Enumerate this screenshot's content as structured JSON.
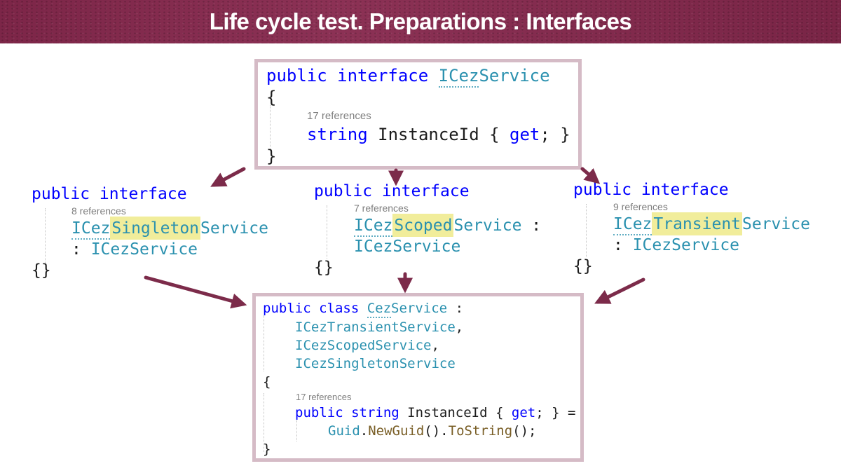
{
  "title": "Life cycle test. Preparations : Interfaces",
  "colors": {
    "header_bg": "#87294e",
    "arrow": "#7c2b4a",
    "box_border": "#d5bbc6",
    "keyword": "#0000ff",
    "type": "#2b91af",
    "method": "#795e26",
    "references_gray": "#7e7e7e",
    "highlight": "#f1ed9b"
  },
  "top_box": {
    "kw": "public interface ",
    "type_pre": "ICez",
    "type_rest": "Service",
    "open": "{",
    "refs": "17 references",
    "m_kw1": "string",
    "m_mid": " InstanceId { ",
    "m_kw2": "get",
    "m_end": "; }",
    "close": "}"
  },
  "left": {
    "kw": "public interface",
    "refs": "8 references",
    "t_pre": "ICez",
    "t_hl": "Singleton",
    "t_rest": "Service",
    "base_pre": ": ",
    "base_type": "ICezService",
    "braces": "{}"
  },
  "middle": {
    "kw": "public interface",
    "refs": "7 references",
    "t_pre": "ICez",
    "t_hl": "Scoped",
    "t_rest": "Service",
    "t_colon": " :",
    "base_type": "ICezService",
    "braces": "{}"
  },
  "right": {
    "kw": "public interface",
    "refs": "9 references",
    "t_pre": "ICez",
    "t_hl": "Transient",
    "t_rest": "Service",
    "base_pre": ": ",
    "base_type": "ICezService",
    "braces": "{}"
  },
  "bottom_box": {
    "kw": "public class ",
    "type_pre": "Cez",
    "type_rest": "Service",
    "colon": " :",
    "iface1": "ICezTransientService",
    "c1": ",",
    "iface2": "ICezScopedService",
    "c2": ",",
    "iface3": "ICezSingletonService",
    "open": "{",
    "refs": "17 references",
    "m_kw1": "public string ",
    "m_mid": "InstanceId { ",
    "m_kw2": "get",
    "m_end": "; } =",
    "g_type": "Guid",
    "g_d1": ".",
    "g_m1": "NewGuid",
    "g_p1": "().",
    "g_m2": "ToString",
    "g_p2": "();",
    "close": "}"
  }
}
